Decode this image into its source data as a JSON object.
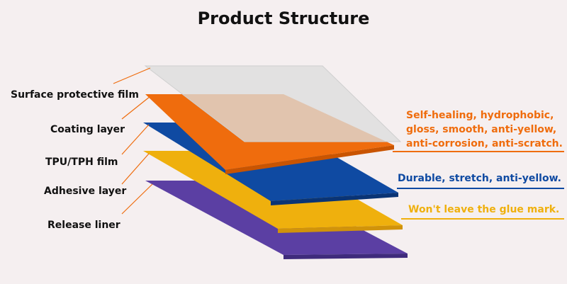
{
  "title": "Product Structure",
  "layers": [
    {
      "name": "Surface protective film",
      "color": "#d9d9d9"
    },
    {
      "name": "Coating layer",
      "color": "#ef6c0d"
    },
    {
      "name": "TPU/TPH film",
      "color": "#0f4aa2"
    },
    {
      "name": "Adhesive layer",
      "color": "#efb00d"
    },
    {
      "name": "Release liner",
      "color": "#5b3fa3"
    }
  ],
  "descriptions": {
    "coating": [
      "Self-healing, hydrophobic,",
      "gloss, smooth, anti-yellow,",
      "anti-corrosion, anti-scratch."
    ],
    "coating_color": "#ef6c0d",
    "tpu": "Durable, stretch, anti-yellow.",
    "tpu_color": "#0f4aa2",
    "adhesive": "Won't leave the glue mark.",
    "adhesive_color": "#efb00d",
    "line_color": "#ef6c0d"
  }
}
